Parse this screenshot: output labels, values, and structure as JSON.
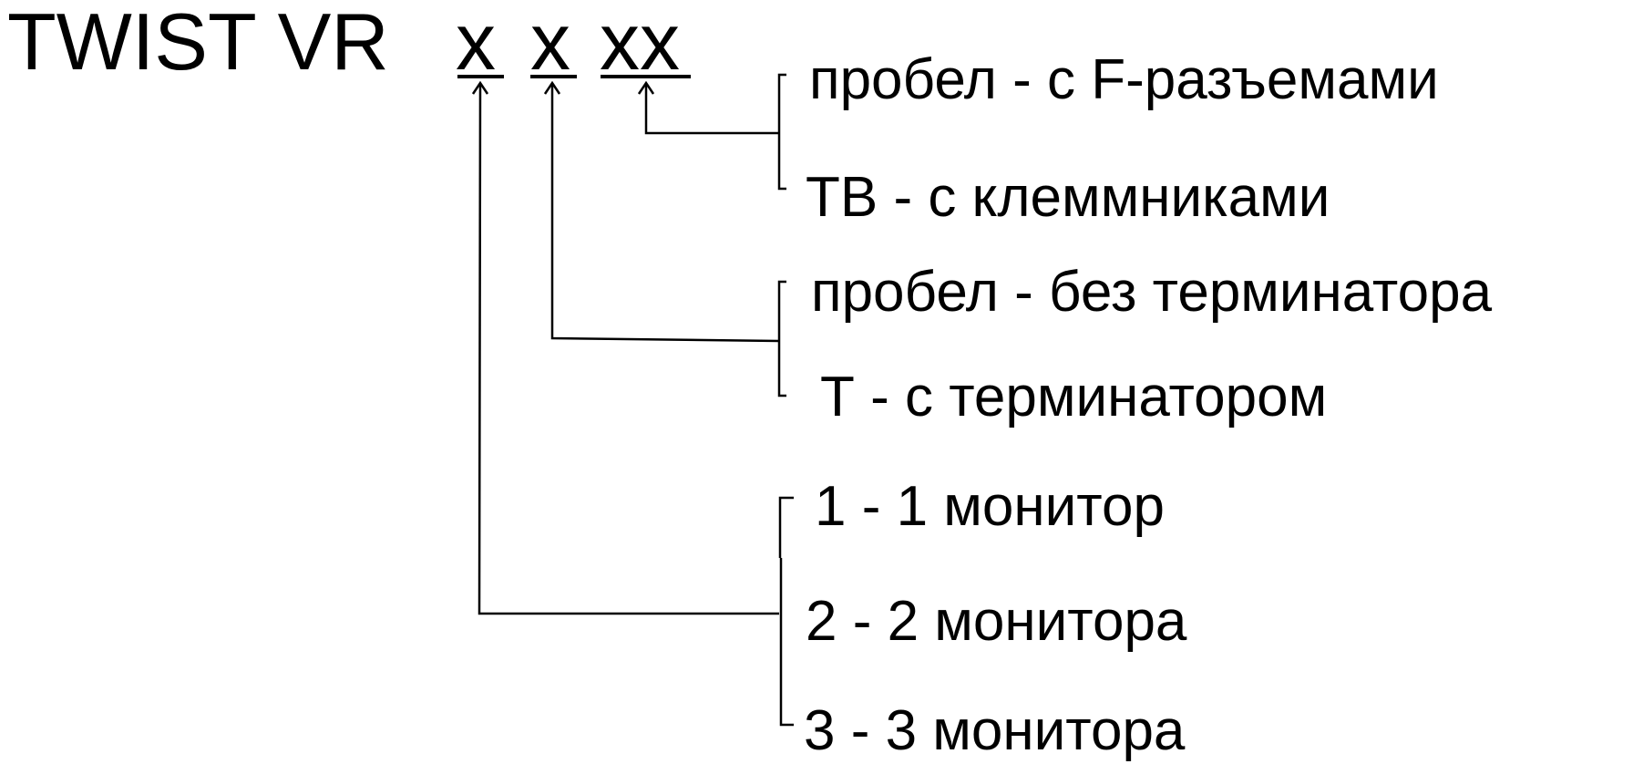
{
  "diagram": {
    "code": {
      "prefix": "TWIST VR",
      "slot_monitors": "x",
      "slot_terminator": "x",
      "slot_connectors": "xx"
    },
    "groups": {
      "connectors": {
        "options": [
          "пробел - с F-разъемами",
          "ТВ - с клеммниками"
        ]
      },
      "terminator": {
        "options": [
          "пробел - без терминатора",
          "Т - с терминатором"
        ]
      },
      "monitors": {
        "options": [
          "1 - 1 монитор",
          "2 - 2 монитора",
          "3 - 3 монитора"
        ]
      }
    }
  }
}
